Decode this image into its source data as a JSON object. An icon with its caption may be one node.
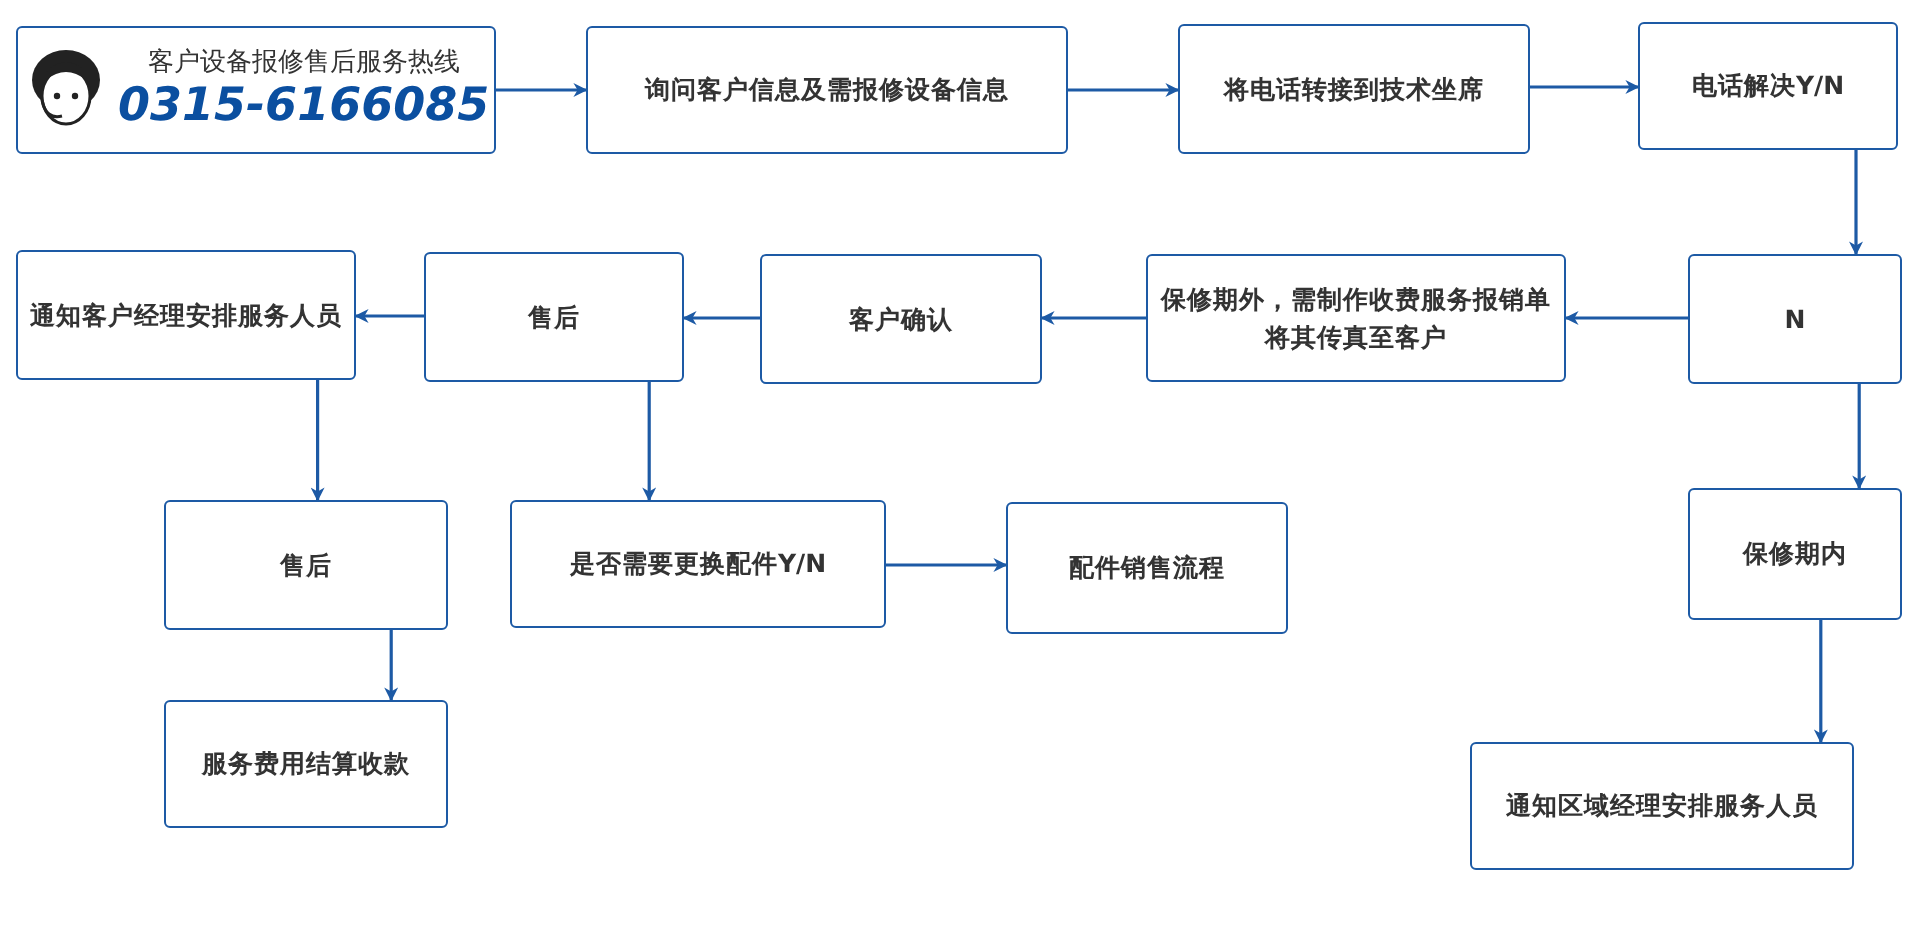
{
  "diagram": {
    "nodes": [
      {
        "text": [
          "客户设备报修售后服务热线",
          "0315-6166085"
        ]
      },
      {
        "text": [
          "询问客户信息及需报修设备信息"
        ]
      },
      {
        "text": [
          "将电话转接到技术坐席"
        ]
      },
      {
        "text": [
          "电话解决Y/N"
        ]
      },
      {
        "text": [
          "N"
        ]
      },
      {
        "text": [
          "保修期外，需制作收费服务报销单将其传真至客户"
        ]
      },
      {
        "text": [
          "客户确认"
        ]
      },
      {
        "text": [
          "售后"
        ]
      },
      {
        "text": [
          "通知客户经理安排服务人员"
        ]
      },
      {
        "text": [
          "保修期内"
        ]
      },
      {
        "text": [
          "通知区域经理安排服务人员"
        ]
      },
      {
        "text": [
          "售后"
        ]
      },
      {
        "text": [
          "服务费用结算收款"
        ]
      },
      {
        "text": [
          "是否需要更换配件Y/N"
        ]
      },
      {
        "text": [
          "配件销售流程"
        ]
      }
    ],
    "edges": [
      {
        "from": 0,
        "to": 1,
        "arrow": "to"
      },
      {
        "from": 1,
        "to": 2,
        "arrow": "to"
      },
      {
        "from": 2,
        "to": 3,
        "arrow": "to"
      },
      {
        "from": 3,
        "to": 4,
        "arrow": "to"
      },
      {
        "from": 4,
        "to": 5,
        "arrow": "to"
      },
      {
        "from": 5,
        "to": 6,
        "arrow": "to"
      },
      {
        "from": 6,
        "to": 7,
        "arrow": "to"
      },
      {
        "from": 7,
        "to": 8,
        "arrow": "to"
      },
      {
        "from": 8,
        "to": 11,
        "arrow": "to"
      },
      {
        "from": 7,
        "to": 13,
        "arrow": "to"
      },
      {
        "from": 11,
        "to": 12,
        "arrow": "to"
      },
      {
        "from": 13,
        "to": 14,
        "arrow": "to"
      },
      {
        "from": 4,
        "to": 9,
        "arrow": "to"
      },
      {
        "from": 9,
        "to": 10,
        "arrow": "to"
      }
    ]
  }
}
